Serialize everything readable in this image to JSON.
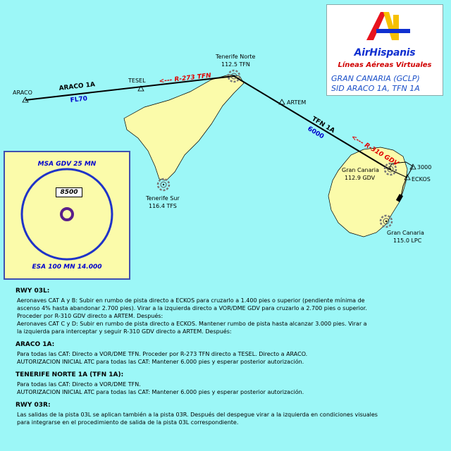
{
  "map": {
    "waypoints": {
      "araco": "ARACO",
      "tesel": "TESEL",
      "artem": "ARTEM",
      "eckos": "ECKOS",
      "alt3000": "3000"
    },
    "navaids": {
      "tfn": {
        "name": "Tenerife Norte",
        "freq": "112.5 TFN"
      },
      "tfs": {
        "name": "Tenerife Sur",
        "freq": "116.4 TFS"
      },
      "gdv": {
        "name": "Gran Canaria",
        "freq": "112.9 GDV"
      },
      "lpc": {
        "name": "Gran Canaria",
        "freq": "115.0 LPC"
      }
    },
    "routes": {
      "araco_name": "ARACO 1A",
      "araco_level": "FL70",
      "r273": "<--- R-273 TFN",
      "tfn_name": "TFN 1A",
      "tfn_alt": "6000",
      "r310": "<--- R-310 GDV"
    }
  },
  "logo": {
    "brand": "AirHispanis",
    "tagline": "Líneas Aéreas Virtuales",
    "sid_line1": "GRAN CANARIA (GCLP)",
    "sid_line2": "SID ARACO 1A, TFN 1A",
    "colors": {
      "red": "#e8141e",
      "yellow": "#f6c000",
      "blue": "#1030d0"
    }
  },
  "msa": {
    "title": "MSA GDV 25 MN",
    "altitude": "8500",
    "esa": "ESA 100 MN 14.000"
  },
  "notes": [
    {
      "heading": "RWY 03L:",
      "lines": [
        "Aeronaves CAT A y B: Subir en rumbo de pista directo a ECKOS para cruzarlo a 1.400 pies o superior (pendiente mínima de",
        "ascenso 4% hasta abandonar 2.700 pies). Virar a la izquierda directo a VOR/DME GDV para cruzarlo a 2.700 pies o superior.",
        "Proceder por R-310 GDV directo a ARTEM. Después:",
        "Aeronaves CAT C y D: Subir en rumbo de pista directo a ECKOS. Mantener rumbo de pista hasta alcanzar 3.000 pies. Virar a",
        "la izquierda para interceptar y seguir R-310 GDV directo a ARTEM. Después:"
      ]
    },
    {
      "heading": "ARACO 1A:",
      "lines": [
        "Para todas las CAT: Directo a VOR/DME TFN. Proceder por R-273 TFN directo a TESEL. Directo a ARACO.",
        "AUTORIZACION INICIAL ATC para todas las CAT: Mantener 6.000 pies y esperar posterior autorización."
      ]
    },
    {
      "heading": "TENERIFE NORTE 1A (TFN 1A):",
      "lines": [
        "Para todas las CAT: Directo a VOR/DME TFN.",
        "AUTORIZACION INICIAL ATC para todas las CAT: Mantener 6.000 pies y esperar posterior autorización."
      ]
    },
    {
      "heading": "RWY 03R:",
      "lines": [
        "Las salidas de la pista 03L se aplican también a la pista 03R. Después del despegue virar a la izquierda en condiciones visuales",
        "para integrarse en el procedimiento de salida de la pista 03L correspondiente."
      ]
    }
  ],
  "colors": {
    "sea": "#9cf7f7",
    "land": "#fbfbaa",
    "route_red": "#e00000",
    "route_blue": "#0000cc"
  }
}
